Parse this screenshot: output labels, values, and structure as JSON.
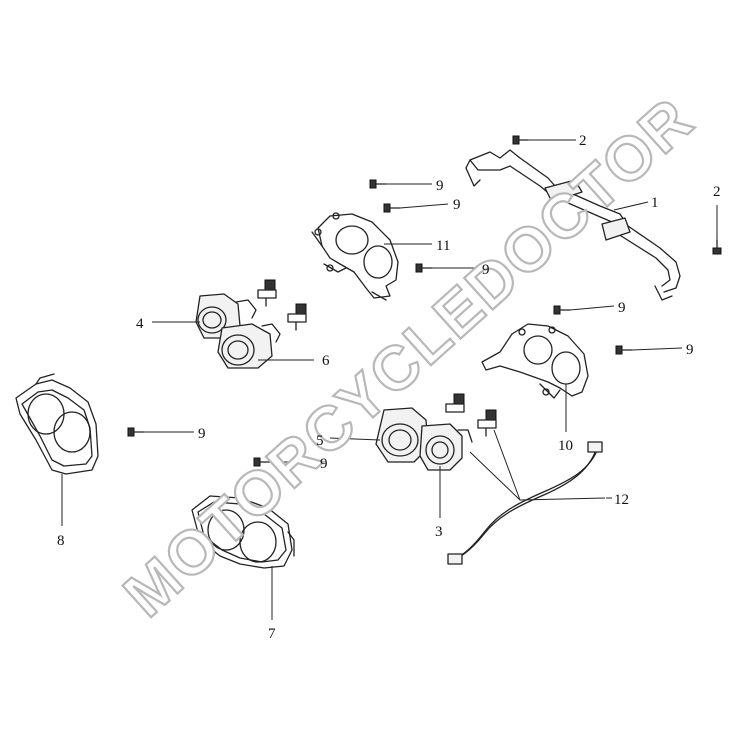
{
  "watermark": "MOTORCYCLEDOCTOR",
  "callouts": {
    "c1": "1",
    "c2a": "2",
    "c2b": "2",
    "c3": "3",
    "c4": "4",
    "c5": "5",
    "c6": "6",
    "c7": "7",
    "c8": "8",
    "c9a": "9",
    "c9b": "9",
    "c9c": "9",
    "c9d": "9",
    "c9e": "9",
    "c9f": "9",
    "c9g": "9",
    "c10": "10",
    "c11": "11",
    "c12": "12"
  }
}
